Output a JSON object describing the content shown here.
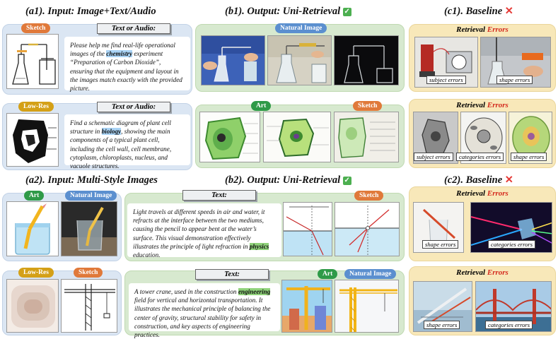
{
  "headings": {
    "a1": "(a1). Input: Image+Text/Audio",
    "b1": "(b1). Output: Uni-Retrieval",
    "c1": "(c1). Baseline",
    "a2": "(a2). Input: Multi-Style Images",
    "b2": "(b2). Output: Uni-Retrieval",
    "c2": "(c2). Baseline"
  },
  "icons": {
    "check": "✓",
    "cross": "✕"
  },
  "tags": {
    "sketch": "Sketch",
    "natural": "Natural Image",
    "lowres": "Low-Res",
    "art": "Art"
  },
  "labels": {
    "text_or_audio": "Text or Audio:",
    "text": "Text:"
  },
  "queries": {
    "q1": {
      "before": "Please help me find real-life operational images of the ",
      "keyword": "chemistry",
      "after": " experiment “Preparation of Carbon Dioxide”, ensuring that the equipment and layout in the images match exactly with the provided picture."
    },
    "q2": {
      "before": "Find a schematic diagram of plant cell structure in ",
      "keyword": "biology",
      "after": ", showing the main components of a typical plant cell, including the cell wall, cell membrane, cytoplasm, chloroplasts, nucleus, and vacuole structures."
    },
    "q3": {
      "before": "Light travels at different speeds in air and water, it refracts at the interface between the two mediums, causing the pencil to appear bent at the water’s surface. This visual demonstration effectively illustrates the principle of light refraction in ",
      "keyword": "physics",
      "after": " education."
    },
    "q4": {
      "before": "A tower crane, used in the construction ",
      "keyword": "engineering",
      "after": " field for vertical and horizontal transportation. It illustrates the mechanical principle of balancing the center of gravity, structural stability for safety in construction, and key aspects of engineering practices."
    }
  },
  "baseline": {
    "title_prefix": "Retrieval ",
    "title_suffix": "Errors",
    "errors": {
      "subject": "subject errors",
      "shape": "shape errors",
      "categories": "categories errors"
    }
  },
  "colors": {
    "blue_panel": "#dbe6f3",
    "green_panel": "#d7e9cf",
    "yellow_panel": "#f8e8b9",
    "error_red": "#d42a1e",
    "check_green": "#4caf50"
  }
}
